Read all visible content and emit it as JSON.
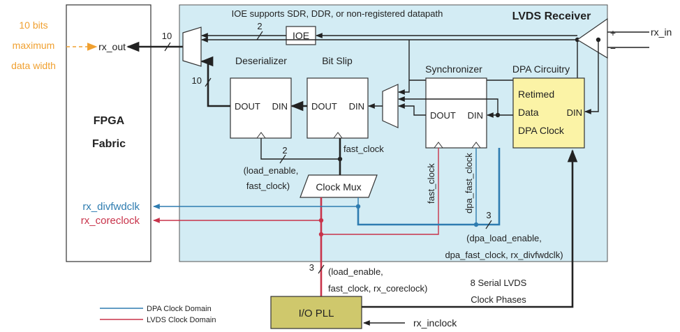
{
  "diagram": {
    "top_note": "IOE supports SDR, DDR, or non-registered datapath",
    "receiver_title": "LVDS Receiver",
    "fabric_label_1": "FPGA",
    "fabric_label_2": "Fabric",
    "annotation": {
      "line1": "10 bits",
      "line2": "maximum",
      "line3": "data width"
    },
    "signals": {
      "rx_out": "rx_out",
      "rx_in": "rx_in",
      "rx_divfwdclk": "rx_divfwdclk",
      "rx_coreclock": "rx_coreclock",
      "rx_inclock": "rx_inclock"
    },
    "blocks": {
      "ioe": "IOE",
      "deserializer": "Deserializer",
      "bitslip": "Bit Slip",
      "synchronizer": "Synchronizer",
      "dpa_title": "DPA Circuitry",
      "dpa_l1": "Retimed",
      "dpa_l2": "Data",
      "dpa_l3": "DPA Clock",
      "clock_mux": "Clock Mux",
      "pll": "I/O PLL"
    },
    "ports": {
      "dout": "DOUT",
      "din": "DIN"
    },
    "bus_widths": {
      "w10a": "10",
      "w10b": "10",
      "w2a": "2",
      "w2b": "2",
      "w3a": "3",
      "w3b": "3"
    },
    "labels": {
      "load_l1": "(load_enable,",
      "load_l2": "fast_clock)",
      "fast_clock": "fast_clock",
      "fast_clock_v": "fast_clock",
      "dpa_fast_clock_v": "dpa_fast_clock",
      "dpa_l1": "(dpa_load_enable,",
      "dpa_l2": "dpa_fast_clock, rx_divfwdclk)",
      "pll_l1": "(load_enable,",
      "pll_l2": "fast_clock, rx_coreclock)",
      "serial_l1": "8 Serial LVDS",
      "serial_l2": "Clock Phases"
    },
    "legend": {
      "dpa": "DPA Clock Domain",
      "lvds": "LVDS Clock Domain"
    },
    "colors": {
      "receiver_bg": "#d3ecf4",
      "dpa_bg": "#fbf3a6",
      "pll_bg": "#cfc86c",
      "dpa_domain": "#2e7cb0",
      "lvds_domain": "#c8334a",
      "annotation": "#f0a030"
    }
  }
}
